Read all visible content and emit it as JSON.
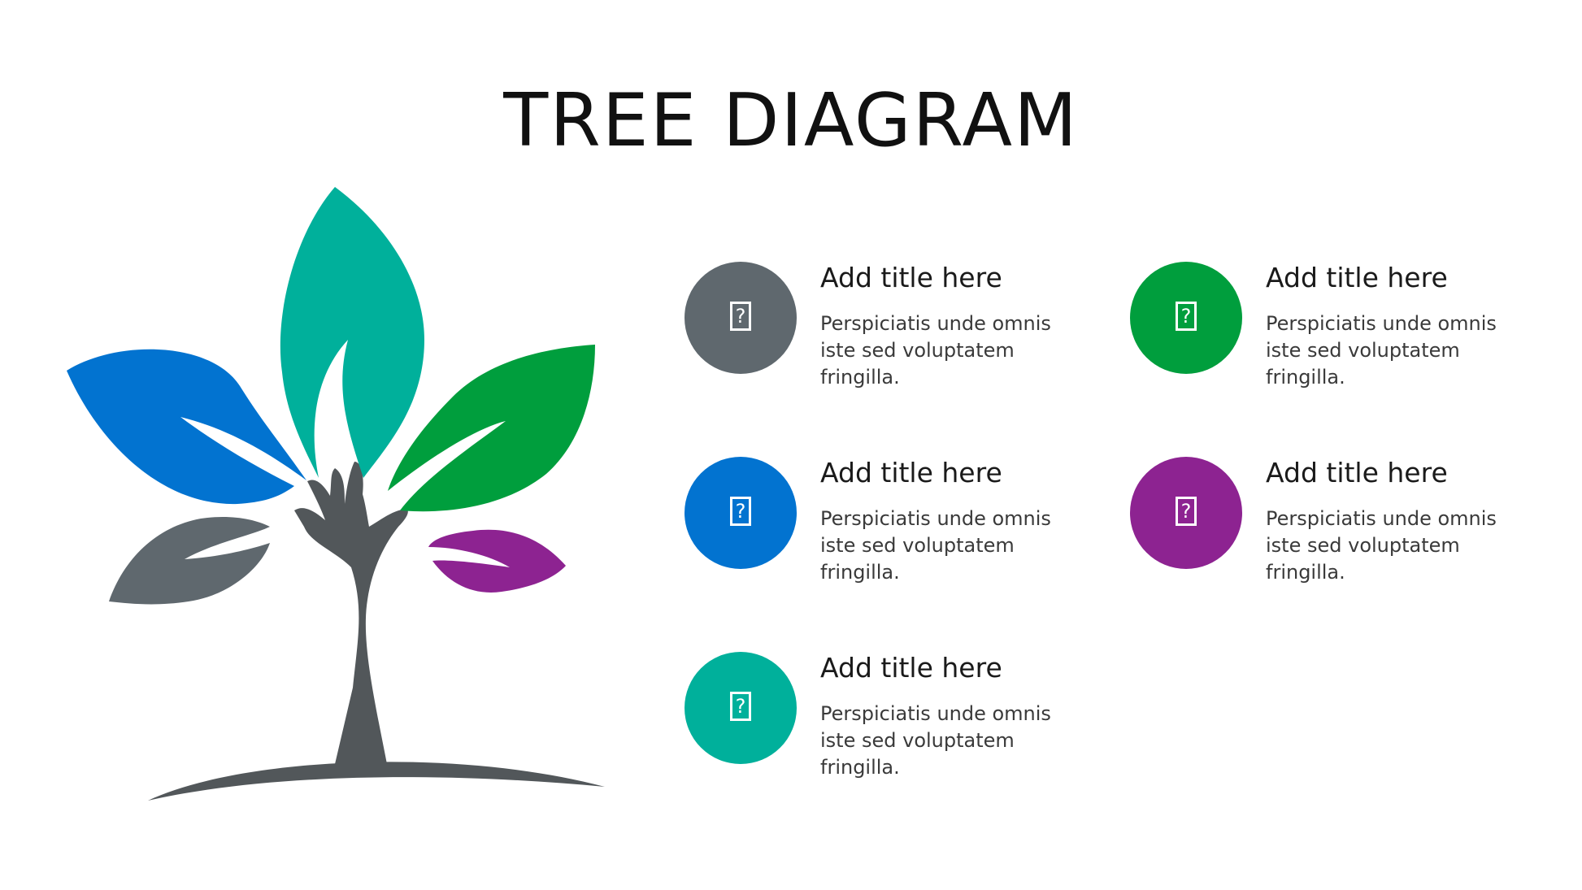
{
  "title": "TREE DIAGRAM",
  "colors": {
    "gray": "#5f686e",
    "blue": "#0273d0",
    "green": "#009e3d",
    "teal": "#00b09b",
    "purple": "#8d2391",
    "trunk": "#52575a"
  },
  "items": [
    {
      "title": "Add title here",
      "description": "Perspiciatis unde omnis iste sed voluptatem fringilla.",
      "color": "#5f686e",
      "icon": "placeholder-icon"
    },
    {
      "title": "Add title here",
      "description": "Perspiciatis unde omnis iste sed voluptatem fringilla.",
      "color": "#0273d0",
      "icon": "placeholder-icon"
    },
    {
      "title": "Add title here",
      "description": "Perspiciatis unde omnis iste sed voluptatem fringilla.",
      "color": "#00b09b",
      "icon": "placeholder-icon"
    },
    {
      "title": "Add title here",
      "description": "Perspiciatis unde omnis iste sed voluptatem fringilla.",
      "color": "#009e3d",
      "icon": "placeholder-icon"
    },
    {
      "title": "Add title here",
      "description": "Perspiciatis unde omnis iste sed voluptatem fringilla.",
      "color": "#8d2391",
      "icon": "placeholder-icon"
    }
  ]
}
